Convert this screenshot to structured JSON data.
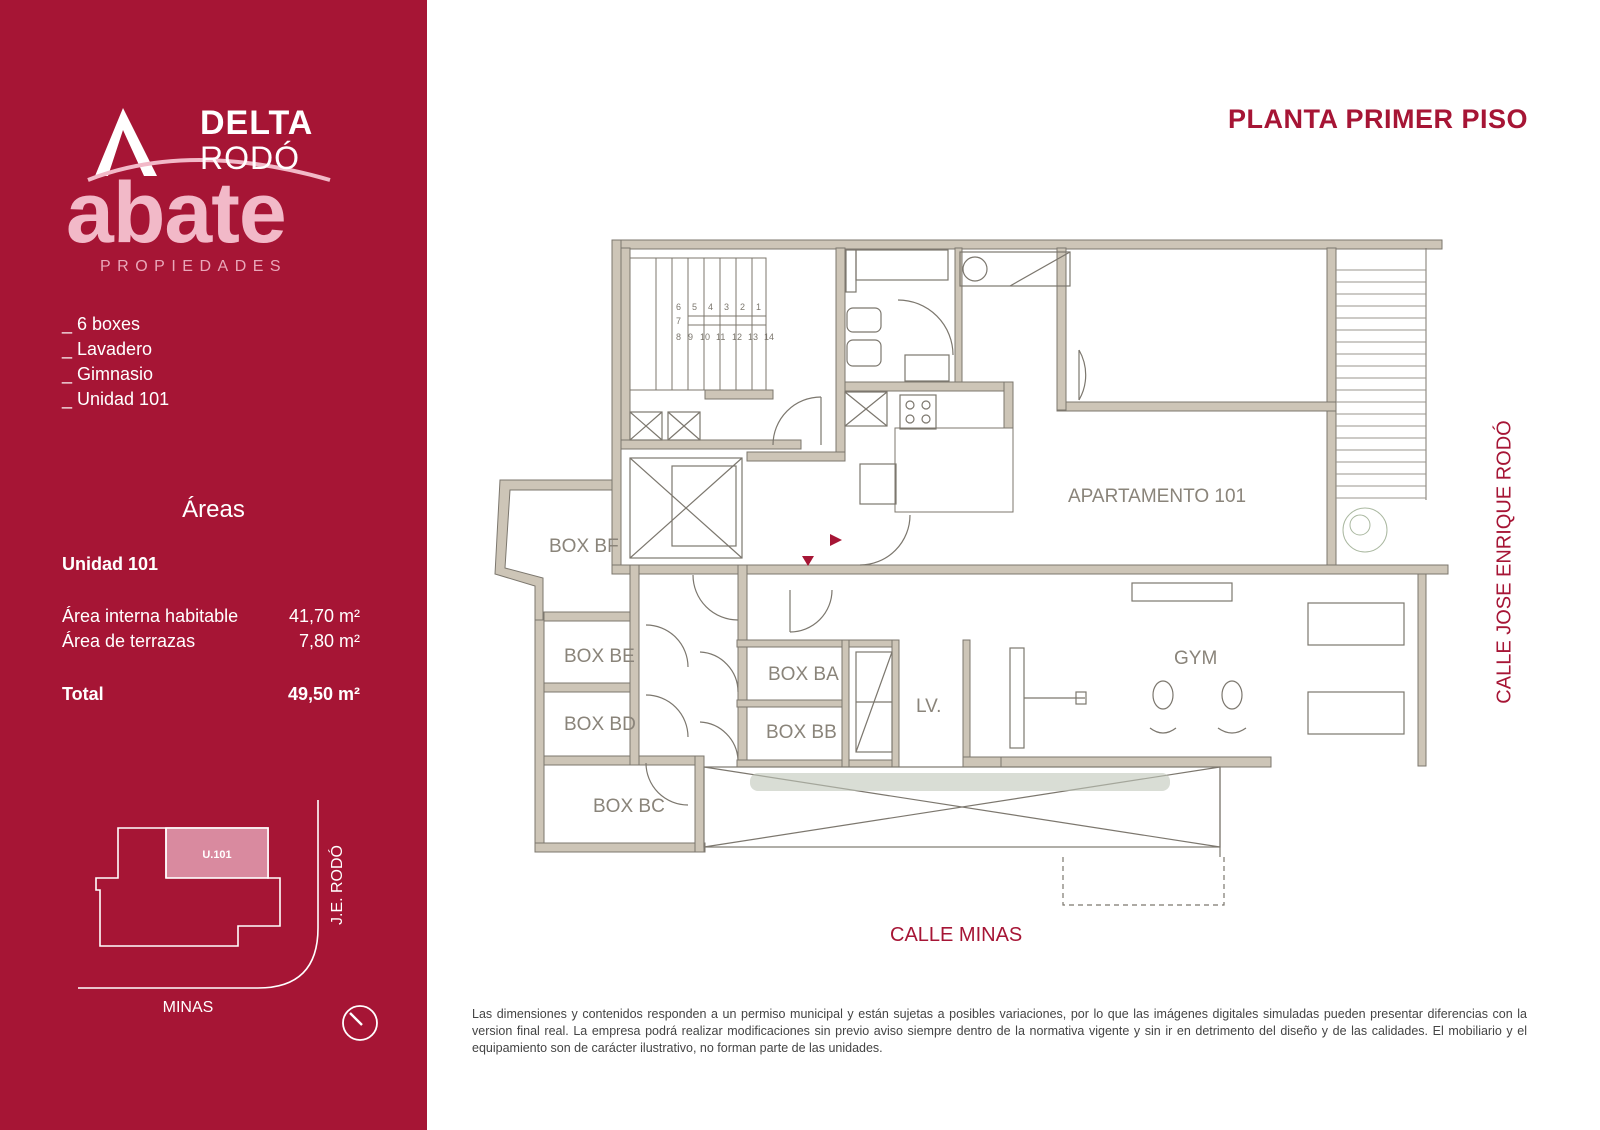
{
  "brand": {
    "delta": "DELTA",
    "rodo": "RODÓ",
    "abate": "abate",
    "propiedades": "PROPIEDADES"
  },
  "features": [
    "_ 6 boxes",
    "_ Lavadero",
    "_ Gimnasio",
    "_ Unidad 101"
  ],
  "areas": {
    "title": "Áreas",
    "unit": "Unidad 101",
    "rows": [
      {
        "label": "Área interna habitable",
        "value": "41,70 m²"
      },
      {
        "label": "Área de terrazas",
        "value": "7,80 m²"
      }
    ],
    "total": {
      "label": "Total",
      "value": "49,50 m²"
    }
  },
  "mini_map": {
    "unit_label": "U.101",
    "street_rodo": "J.E. RODÓ",
    "street_minas": "MINAS"
  },
  "plan": {
    "title": "PLANTA PRIMER PISO",
    "rooms": {
      "box_bf": "BOX BF",
      "box_be": "BOX BE",
      "box_bd": "BOX BD",
      "box_bc": "BOX BC",
      "box_ba": "BOX BA",
      "box_bb": "BOX BB",
      "lv": "LV.",
      "gym": "GYM",
      "apartamento": "APARTAMENTO 101"
    },
    "stair_numbers_top": [
      "6",
      "5",
      "4",
      "3",
      "2",
      "1"
    ],
    "stair_seven": "7",
    "stair_numbers_bottom": [
      "8",
      "9",
      "10",
      "11",
      "12",
      "13",
      "14"
    ],
    "street_bottom": "CALLE MINAS",
    "street_right": "CALLE JOSE ENRIQUE RODÓ"
  },
  "disclaimer": "Las dimensiones y contenidos responden a un permiso municipal y están sujetas a posibles variaciones, por lo que las imágenes digitales simuladas pueden presentar diferencias con la version final real. La empresa podrá realizar modificaciones sin previo aviso siempre dentro de la normativa vigente y sin ir en detrimento del diseño y de las calidades. El mobiliario y el equipamiento  son de carácter ilustrativo, no forman parte de las unidades.",
  "colors": {
    "brand": "#a61535",
    "wall": "#cdc5b7",
    "wall_stroke": "#7c776e",
    "logo_pink": "#f2b9c8",
    "mini_unit": "#d98a9f"
  },
  "icons": [
    "compass-icon",
    "logo-triangle-icon"
  ]
}
